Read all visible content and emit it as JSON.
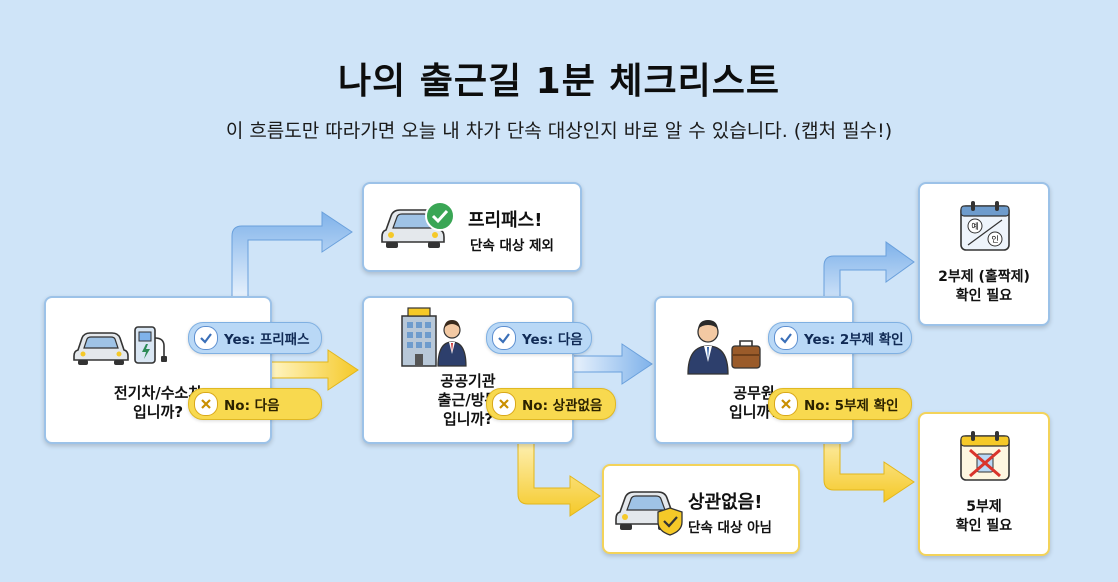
{
  "header": {
    "title": "나의 출근길 1분 체크리스트",
    "subtitle": "이 흐름도만 따라가면 오늘 내 차가 단속 대상인지 바로 알 수 있습니다. (캡처 필수!)"
  },
  "steps": {
    "ev": {
      "line1": "전기차/수소차",
      "line2": "입니까?",
      "icons": [
        "car-icon",
        "ev-charger-icon"
      ]
    },
    "public_institution": {
      "line1": "공공기관",
      "line2": "출근/방문",
      "line3": "입니까?",
      "icon": "building-person-icon"
    },
    "civil_servant": {
      "line1": "공무원",
      "line2": "입니까?",
      "icon": "civil-servant-icon"
    }
  },
  "choices": {
    "ev_yes": "Yes: 프리패스",
    "ev_no": "No: 다음",
    "public_yes": "Yes: 다음",
    "public_no": "No: 상관없음",
    "civil_yes": "Yes: 2부제 확인",
    "civil_no": "No: 5부제 확인"
  },
  "results": {
    "free_pass": {
      "title": "프리패스!",
      "sub": "단속 대상 제외",
      "icon": "car-check-icon"
    },
    "not_applicable": {
      "title": "상관없음!",
      "sub": "단속 대상 아님",
      "icon": "car-shield-icon"
    },
    "two_part": {
      "line1": "2부제 (홀짝제)",
      "line2": "확인 필요",
      "icon": "calendar-odd-even-icon",
      "odd": "예",
      "even": "인"
    },
    "five_part": {
      "line1": "5부제",
      "line2": "확인 필요",
      "icon": "calendar-cross-icon"
    }
  },
  "colors": {
    "background": "#cfe4f8",
    "yes": "#b9d8f6",
    "no": "#f8d94f",
    "blue_arrow": "#7fb2ea",
    "yellow_arrow": "#f5cb2e"
  }
}
